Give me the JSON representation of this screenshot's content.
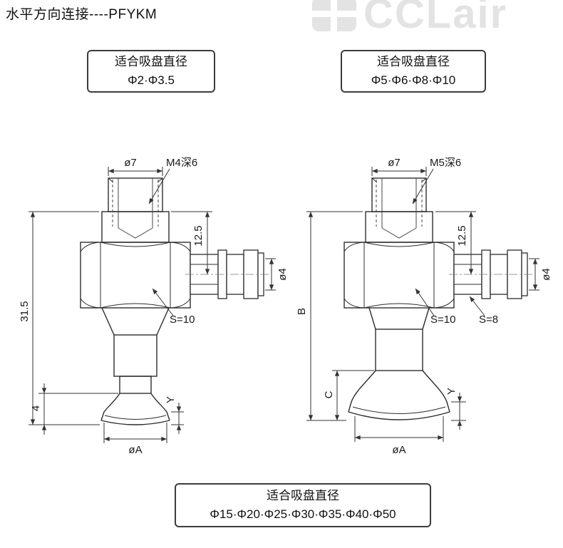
{
  "page": {
    "title": "水平方向连接----PFYKM",
    "watermark_text": "CCLair"
  },
  "label_boxes": {
    "left": {
      "heading": "适合吸盘直径",
      "values": "Φ2·Φ3.5"
    },
    "right": {
      "heading": "适合吸盘直径",
      "values": "Φ5·Φ6·Φ8·Φ10"
    },
    "bottom": {
      "heading": "适合吸盘直径",
      "values": "Φ15·Φ20·Φ25·Φ30·Φ35·Φ40·Φ50"
    }
  },
  "left_drawing": {
    "dim_top_diameter": "ø7",
    "dim_thread": "M4深6",
    "dim_port_depth": "12.5",
    "dim_tube_diameter": "ø4",
    "dim_overall_height": "31.5",
    "dim_hex_size": "S=10",
    "dim_cup_height": "4",
    "dim_lip_height": "Y",
    "dim_cup_diameter": "øA"
  },
  "right_drawing": {
    "dim_top_diameter": "ø7",
    "dim_thread": "M5深6",
    "dim_port_depth": "12.5",
    "dim_tube_diameter": "ø4",
    "dim_overall_height": "B",
    "dim_hex_size": "S=10",
    "dim_side_hex_size": "S=8",
    "dim_cup_height": "C",
    "dim_lip_height": "Y",
    "dim_cup_diameter": "øA"
  }
}
